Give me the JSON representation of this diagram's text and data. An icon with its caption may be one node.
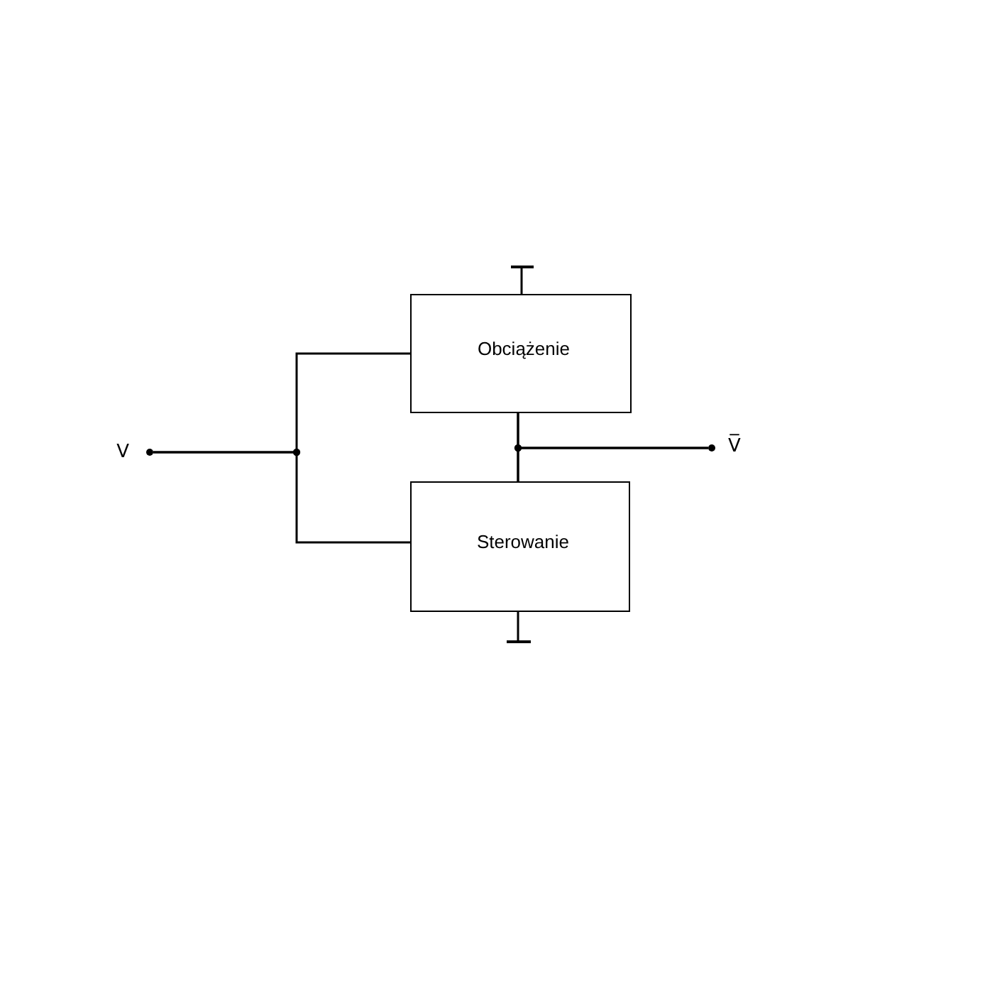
{
  "diagram": {
    "nodes": [
      {
        "text": [],
        "shape": "bar"
      },
      {
        "text": [
          "Obciążenie"
        ]
      },
      {
        "text": [],
        "shape": "circle",
        "beside": [
          "V"
        ]
      },
      {
        "text": [],
        "shape": "circle",
        "beside": [
          "V̅"
        ]
      },
      {
        "text": [
          "Sterowanie"
        ]
      },
      {
        "text": [],
        "shape": "bar"
      }
    ],
    "edges": [
      {
        "from": 2,
        "to": 1,
        "arrow": "none"
      },
      {
        "from": 2,
        "to": 4,
        "arrow": "none"
      },
      {
        "from": 1,
        "to": 4,
        "arrow": "none"
      },
      {
        "from": 1,
        "to": 3,
        "arrow": "none"
      },
      {
        "from": 4,
        "to": 3,
        "arrow": "none"
      },
      {
        "from": 0,
        "to": 1,
        "arrow": "none"
      },
      {
        "from": 4,
        "to": 5,
        "arrow": "none"
      }
    ]
  }
}
